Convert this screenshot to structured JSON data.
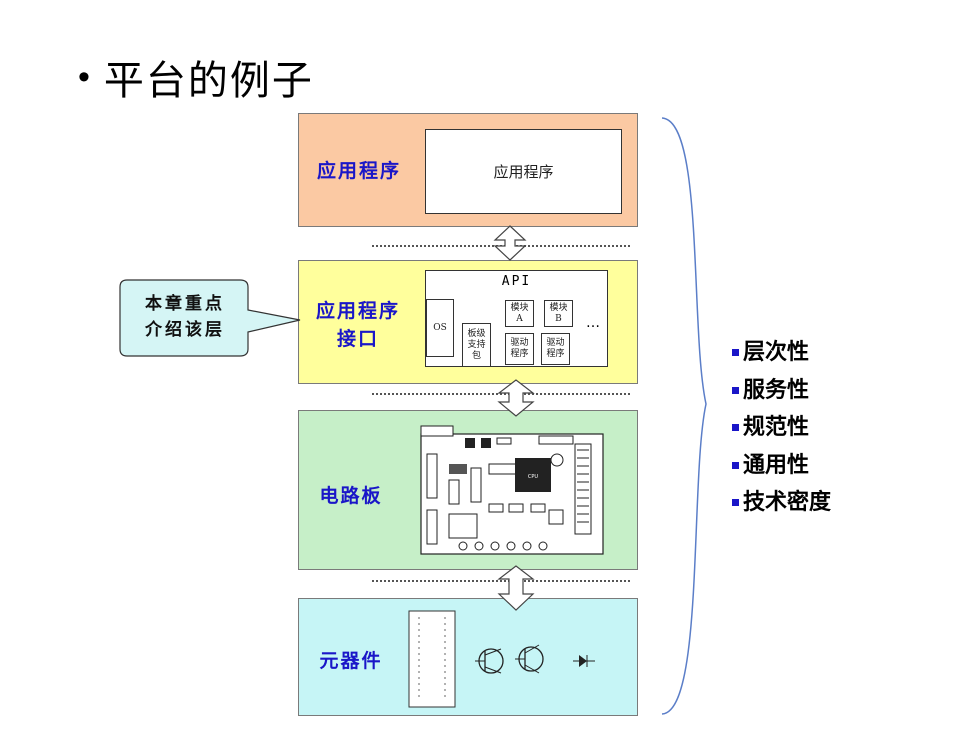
{
  "slide": {
    "title": "平台的例子"
  },
  "layers": {
    "app": {
      "label": "应用程序",
      "inner_label": "应用程序"
    },
    "api": {
      "label_line1": "应用程序",
      "label_line2": "接口",
      "api_label": "API",
      "os_label": "OS",
      "bsp_label": "板级\n支持\n包",
      "module_a": "模块\nA",
      "module_b": "模块\nB",
      "driver1": "驱动\n程序",
      "driver2": "驱动\n程序",
      "ellipsis": "…"
    },
    "board": {
      "label": "电路板"
    },
    "components": {
      "label": "元器件"
    }
  },
  "callout": {
    "line1": "本章重点",
    "line2": "介绍该层"
  },
  "features": [
    "层次性",
    "服务性",
    "规范性",
    "通用性",
    "技术密度"
  ],
  "colors": {
    "app_bg": "#fbc9a3",
    "api_bg": "#ffff9c",
    "board_bg": "#c6efc8",
    "components_bg": "#c6f5f6",
    "callout_bg": "#d5f5f5",
    "label_blue": "#1a16c8"
  }
}
